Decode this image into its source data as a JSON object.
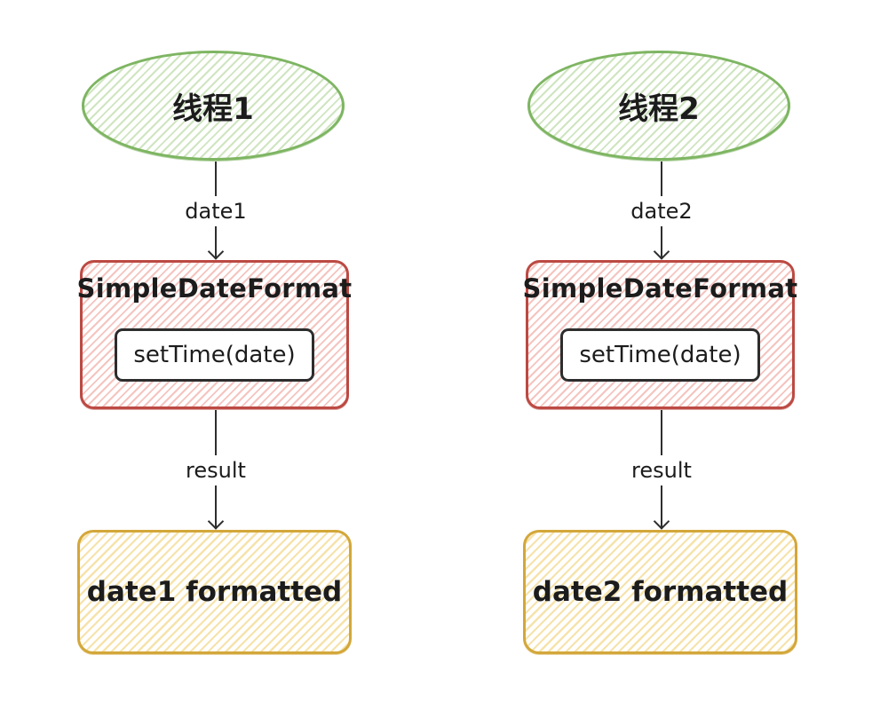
{
  "diagram": {
    "type": "flow-diagram",
    "style": "hand-drawn-sketch",
    "colors": {
      "background": "#ffffff",
      "thread_node_stroke": "#7eb562",
      "thread_node_hatch": "#cfe5c0",
      "formatter_box_stroke": "#bc4a43",
      "formatter_box_hatch": "#f5c4c0",
      "result_box_stroke": "#d3a73a",
      "result_box_hatch": "#f6e3ab",
      "method_box_stroke": "#2d2d2d",
      "method_box_fill": "#ffffff",
      "arrow": "#2e2e2e",
      "text": "#1c1c1c"
    },
    "columns": [
      {
        "thread_label": "线程1",
        "input_arrow_label": "date1",
        "formatter_title": "SimpleDateFormat",
        "method_label": "setTime(date)",
        "output_arrow_label": "result",
        "result_label": "date1 formatted"
      },
      {
        "thread_label": "线程2",
        "input_arrow_label": "date2",
        "formatter_title": "SimpleDateFormat",
        "method_label": "setTime(date)",
        "output_arrow_label": "result",
        "result_label": "date2 formatted"
      }
    ]
  }
}
